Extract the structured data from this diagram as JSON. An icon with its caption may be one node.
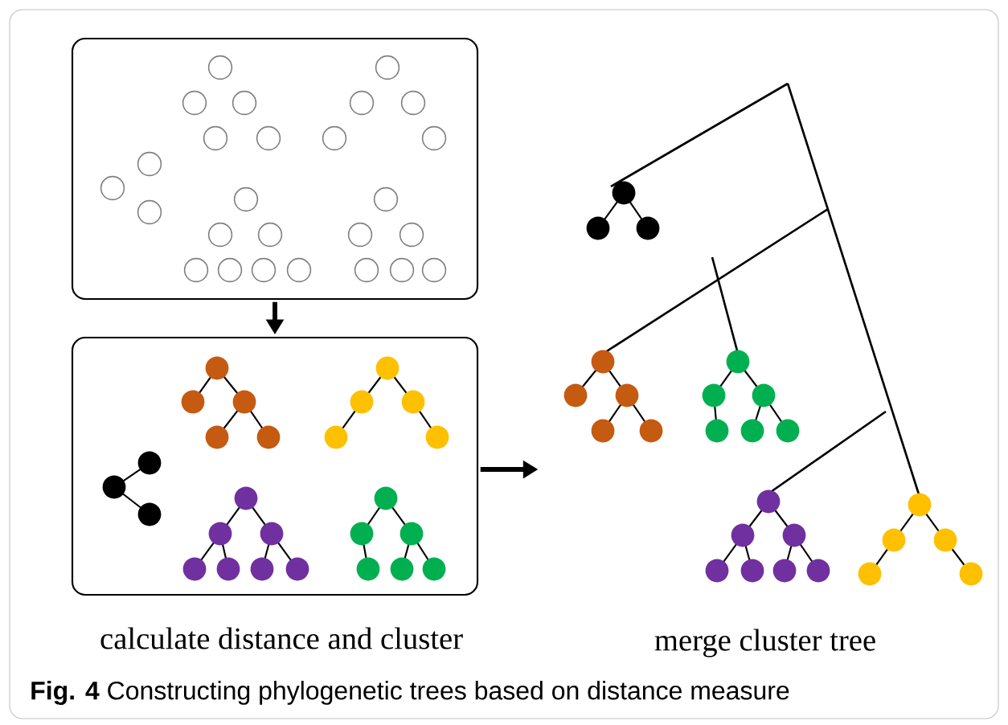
{
  "diagram": {
    "caption": "**Fig. 4** Constructing phylogenetic trees based on distance measure",
    "nodes": [
      {
        "text": [],
        "shape": "box"
      },
      {
        "text": [],
        "shape": "box"
      },
      {
        "text": [],
        "shape": "picture"
      }
    ],
    "edges": [
      {
        "from": 0,
        "to": 1,
        "arrow": "to"
      },
      {
        "from": 1,
        "to": 2,
        "arrow": "to"
      }
    ],
    "labels": [
      "calculate distance and cluster",
      "merge cluster tree"
    ]
  }
}
